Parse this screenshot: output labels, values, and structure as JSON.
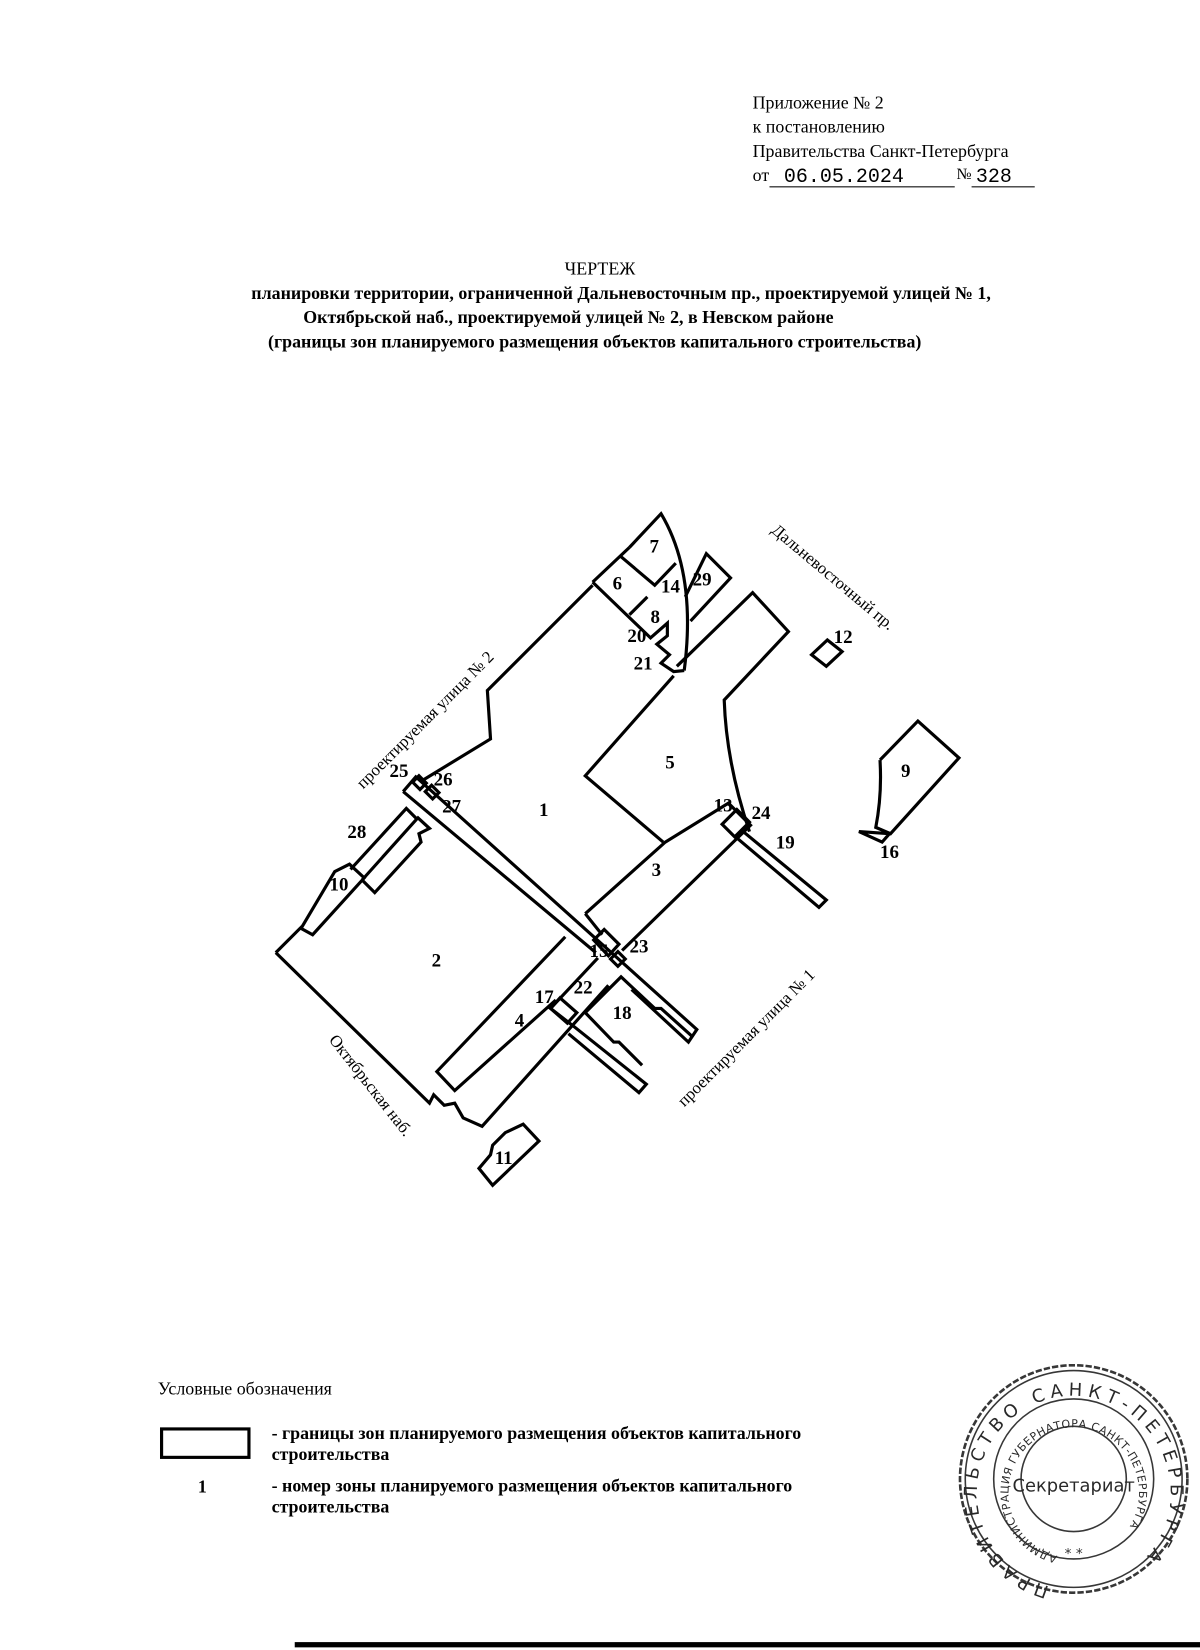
{
  "header": {
    "appendix": "Приложение № 2",
    "to_resolution": "к постановлению",
    "government": "Правительства Санкт-Петербурга",
    "date_prefix": "от",
    "date": "06.05.2024",
    "number_prefix": "№",
    "number": "328"
  },
  "title": {
    "line0": "ЧЕРТЕЖ",
    "line1": "планировки территории, ограниченной Дальневосточным пр., проектируемой улицей № 1,",
    "line2": "Октябрьской наб., проектируемой улицей № 2, в Невском районе",
    "line3": "(границы зон планируемого размещения объектов капитального строительства)"
  },
  "map": {
    "streets": {
      "street2": "проектируемая улица № 2",
      "dalnevostochny": "Дальневосточный пр.",
      "street1": "проектируемая улица № 1",
      "oktyabrskaya": "Октябрьская наб."
    },
    "zones": [
      "1",
      "2",
      "3",
      "4",
      "5",
      "6",
      "7",
      "8",
      "9",
      "10",
      "11",
      "12",
      "13",
      "14",
      "15",
      "16",
      "17",
      "18",
      "19",
      "20",
      "21",
      "22",
      "23",
      "24",
      "25",
      "26",
      "27",
      "28",
      "29"
    ]
  },
  "legend": {
    "heading": "Условные обозначения",
    "boundary_text": "- границы зон планируемого размещения объектов капитального строительства",
    "number_sample": "1",
    "number_text": "- номер зоны планируемого размещения объектов капитального строительства"
  },
  "stamp": {
    "outer": "ПРАВИТЕЛЬСТВО САНКТ-ПЕТЕРБУРГА",
    "inner": "АДМИНИСТРАЦИЯ ГУБЕРНАТОРА САНКТ-ПЕТЕРБУРГА",
    "center": "Секретариат",
    "stars": "* *"
  }
}
